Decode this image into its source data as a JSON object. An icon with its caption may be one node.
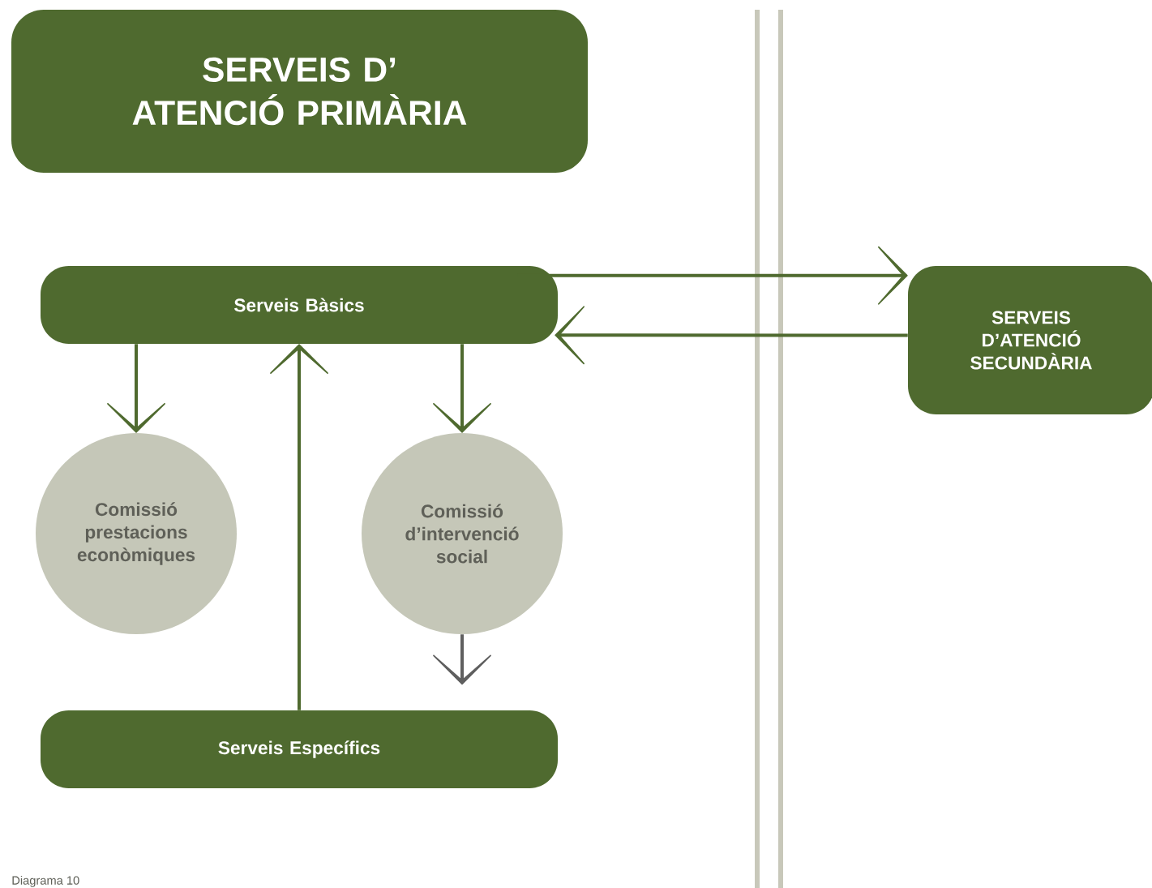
{
  "diagram": {
    "caption": "Diagrama 10",
    "nodes": [
      {
        "text": [
          "SERVEIS D’ ATENCIÓ PRIMÀRIA"
        ]
      },
      {
        "text": [
          "Serveis Bàsics"
        ]
      },
      {
        "text": [
          "SERVEIS D’ATENCIÓ SECUNDÀRIA"
        ]
      },
      {
        "text": [
          "Comissió prestacions econòmiques"
        ]
      },
      {
        "text": [
          "Comissió d’intervenció social"
        ]
      },
      {
        "text": [
          "Serveis Específics"
        ]
      }
    ],
    "edges": [
      {
        "from": 1,
        "to": 2,
        "arrow": "to"
      },
      {
        "from": 2,
        "to": 1,
        "arrow": "to"
      },
      {
        "from": 1,
        "to": 3,
        "arrow": "to"
      },
      {
        "from": 5,
        "to": 1,
        "arrow": "to"
      },
      {
        "from": 1,
        "to": 4,
        "arrow": "to"
      },
      {
        "from": 4,
        "to": null,
        "arrow": "to",
        "color": "#5f5f5f"
      }
    ]
  }
}
